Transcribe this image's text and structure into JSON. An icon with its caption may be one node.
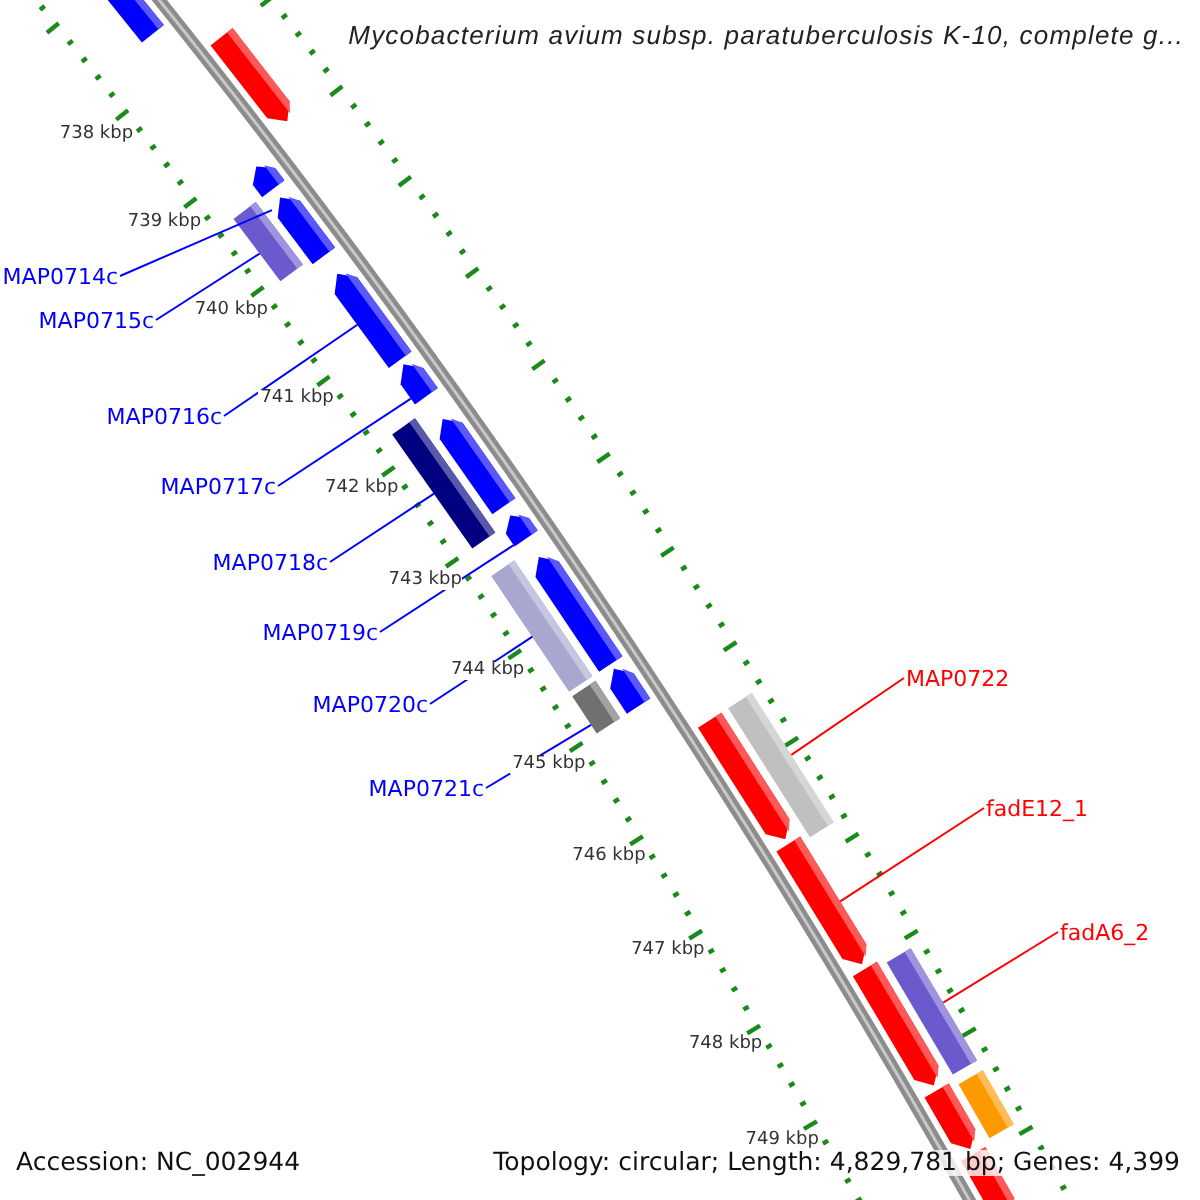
{
  "diagram": {
    "title": "Mycobacterium avium subsp. paratuberculosis K-10, complete g...",
    "nodes": [
      {
        "text": [
          "MAP0714c"
        ]
      },
      {
        "text": [
          "MAP0715c"
        ]
      },
      {
        "text": [
          "MAP0716c"
        ]
      },
      {
        "text": [
          "MAP0717c"
        ]
      },
      {
        "text": [
          "MAP0718c"
        ]
      },
      {
        "text": [
          "MAP0719c"
        ]
      },
      {
        "text": [
          "MAP0720c"
        ]
      },
      {
        "text": [
          "MAP0721c"
        ]
      },
      {
        "text": [
          "MAP0722"
        ]
      },
      {
        "text": [
          "fadE12_1"
        ]
      },
      {
        "text": [
          "fadA6_2"
        ]
      },
      {
        "text": [],
        "shape": "arrow"
      },
      {
        "text": [],
        "shape": "arrow"
      },
      {
        "text": [],
        "shape": "arrow"
      },
      {
        "text": [],
        "shape": "bar"
      },
      {
        "text": [],
        "shape": "arrow"
      },
      {
        "text": [],
        "shape": "arrow"
      },
      {
        "text": [],
        "shape": "arrow"
      },
      {
        "text": [],
        "shape": "bar"
      },
      {
        "text": [],
        "shape": "arrow"
      },
      {
        "text": [],
        "shape": "arrow"
      },
      {
        "text": [],
        "shape": "bar"
      },
      {
        "text": [],
        "shape": "arrow"
      },
      {
        "text": [],
        "shape": "bar"
      },
      {
        "text": [],
        "shape": "arrow"
      },
      {
        "text": [],
        "shape": "arrow"
      },
      {
        "text": [],
        "shape": "bar"
      },
      {
        "text": [],
        "shape": "arrow"
      },
      {
        "text": [],
        "shape": "arrow"
      },
      {
        "text": [],
        "shape": "bar"
      },
      {
        "text": [],
        "shape": "arrow"
      },
      {
        "text": [],
        "shape": "bar"
      },
      {
        "text": [],
        "shape": "arrow"
      }
    ],
    "edges": [
      {
        "from": 0,
        "to": 13,
        "arrow": "none"
      },
      {
        "from": 1,
        "to": 14,
        "arrow": "none"
      },
      {
        "from": 2,
        "to": 16,
        "arrow": "none"
      },
      {
        "from": 3,
        "to": 17,
        "arrow": "none"
      },
      {
        "from": 4,
        "to": 18,
        "arrow": "none"
      },
      {
        "from": 5,
        "to": 20,
        "arrow": "none"
      },
      {
        "from": 6,
        "to": 21,
        "arrow": "none"
      },
      {
        "from": 7,
        "to": 23,
        "arrow": "none"
      },
      {
        "from": 8,
        "to": 26,
        "arrow": "none",
        "color": "#ff0000"
      },
      {
        "from": 9,
        "to": 27,
        "arrow": "none",
        "color": "#ff0000"
      },
      {
        "from": 10,
        "to": 29,
        "arrow": "none",
        "color": "#ff0000"
      }
    ],
    "labels": [
      "738 kbp",
      "739 kbp",
      "740 kbp",
      "741 kbp",
      "742 kbp",
      "743 kbp",
      "744 kbp",
      "745 kbp",
      "746 kbp",
      "747 kbp",
      "748 kbp",
      "749 kbp",
      "Accession: NC_002944",
      "Topology: circular; Length: 4,829,781 bp; Genes: 4,399"
    ]
  }
}
